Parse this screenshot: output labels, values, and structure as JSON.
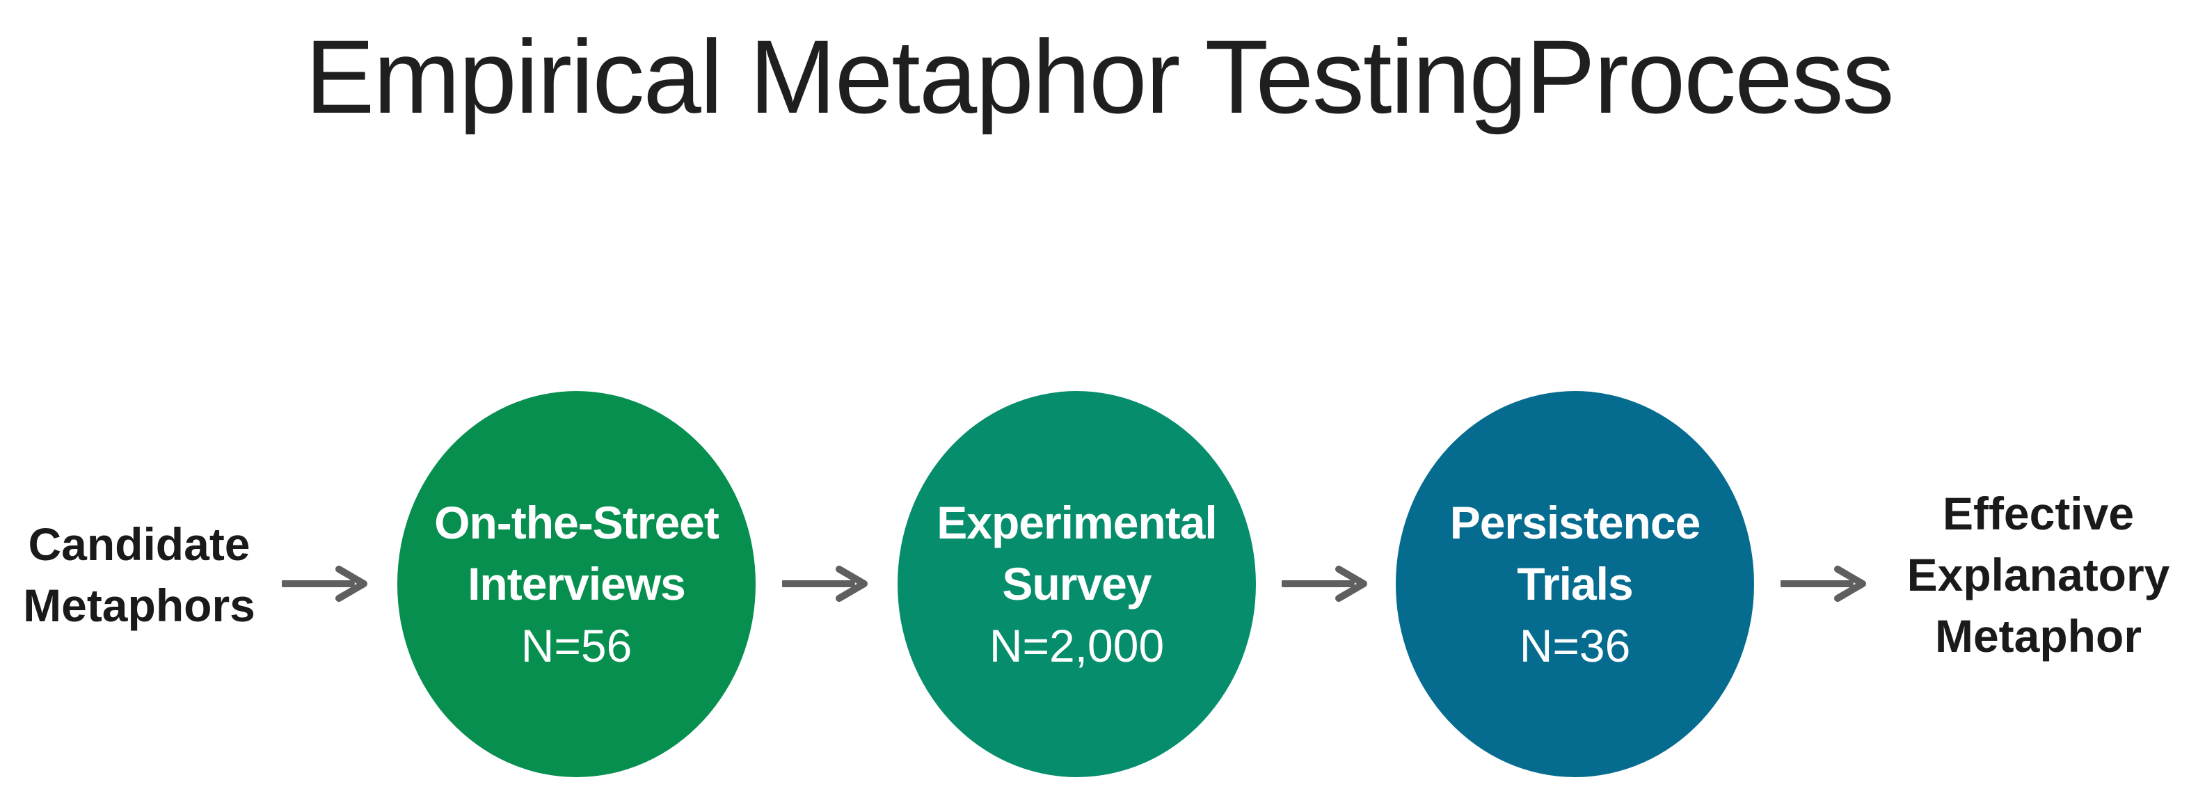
{
  "title": "Empirical Metaphor TestingProcess",
  "start": {
    "lines": [
      "Candidate",
      "Metaphors"
    ]
  },
  "steps": [
    {
      "lines": [
        "On-the-Street",
        "Interviews"
      ],
      "n": "N=56",
      "color": "#068f4e"
    },
    {
      "lines": [
        "Experimental",
        "Survey"
      ],
      "n": "N=2,000",
      "color": "#058d6c"
    },
    {
      "lines": [
        "Persistence",
        "Trials"
      ],
      "n": "N=36",
      "color": "#056b8f"
    }
  ],
  "end": {
    "lines": [
      "Effective",
      "Explanatory",
      "Metaphor"
    ]
  },
  "arrow_color": "#5f5f5f",
  "arrow_icon": "right-arrow-icon"
}
